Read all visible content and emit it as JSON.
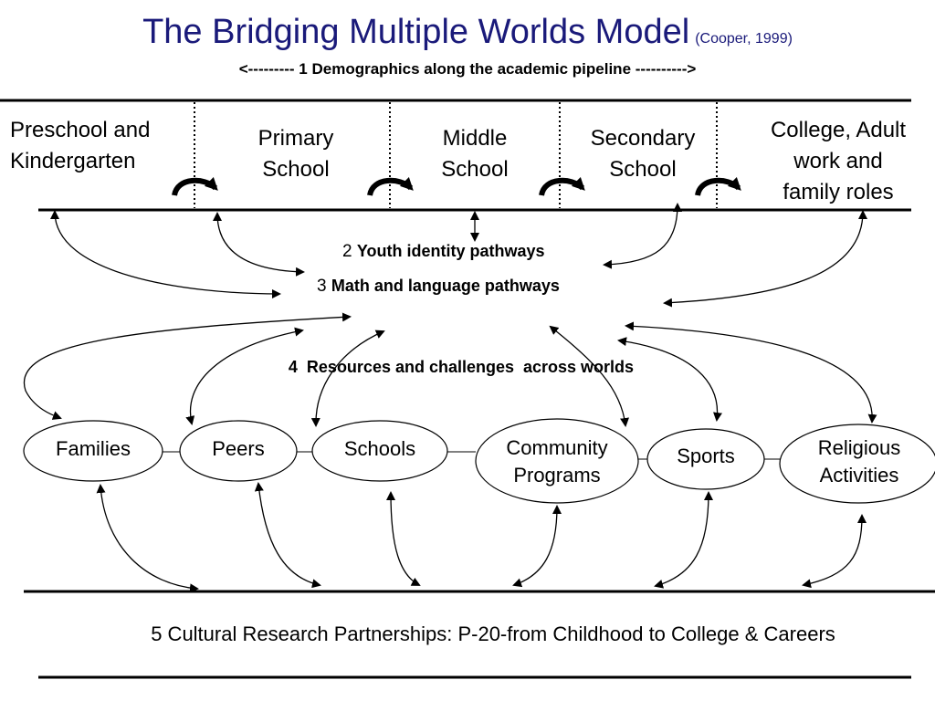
{
  "title": {
    "main": "The Bridging Multiple Worlds Model",
    "citation": "(Cooper, 1999)",
    "subtitle": "<--------- 1 Demographics along the academic pipeline ---------->"
  },
  "stages": [
    {
      "line1": "Preschool and",
      "line2": "Kindergarten"
    },
    {
      "line1": "Primary",
      "line2": "School"
    },
    {
      "line1": "Middle",
      "line2": "School"
    },
    {
      "line1": "Secondary",
      "line2": "School"
    },
    {
      "line1": "College, Adult",
      "line2": "work and",
      "line3": "family roles"
    }
  ],
  "pathways": {
    "youth": {
      "number": "2",
      "label": "Youth identity pathways"
    },
    "math": {
      "number": "3",
      "label": "Math and language pathways"
    },
    "resources": "4  Resources and challenges  across worlds"
  },
  "worlds": [
    {
      "line1": "Families"
    },
    {
      "line1": "Peers"
    },
    {
      "line1": "Schools"
    },
    {
      "line1": "Community",
      "line2": "Programs"
    },
    {
      "line1": "Sports"
    },
    {
      "line1": "Religious",
      "line2": "Activities"
    }
  ],
  "footer": "5 Cultural Research Partnerships: P-20-from Childhood to College & Careers"
}
